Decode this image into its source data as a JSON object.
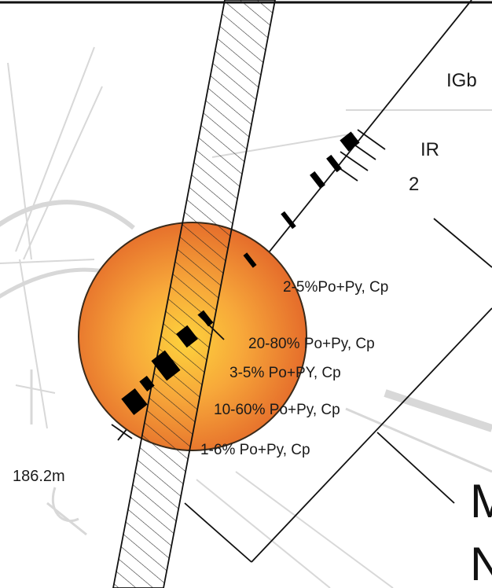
{
  "units": {
    "igb": "IGb",
    "ir": "IR",
    "ir_number": "2"
  },
  "mineral_zones": [
    "2-5%Po+Py, Cp",
    "20-80% Po+Py, Cp",
    "3-5% Po+PY, Cp",
    "10-60% Po+Py, Cp",
    "1-6% Po+Py, Cp"
  ],
  "depth_label": "186.2m",
  "edge_letters": [
    "M",
    "N"
  ],
  "colors": {
    "circle_outer": "#e8732a",
    "circle_inner": "#fbbf38",
    "ore": "#000000",
    "background_map": "#d6d6d6"
  }
}
